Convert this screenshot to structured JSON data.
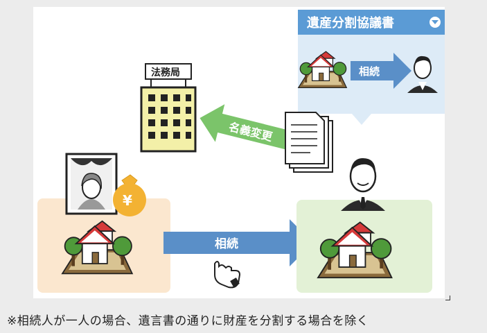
{
  "agreement_title": "遺産分割協議書",
  "inherit_label_top": "相続",
  "legal_bureau_label": "法務局",
  "name_change_label": "名義変更",
  "inherit_label_main": "相続",
  "yen_symbol": "¥",
  "footnote": "※相続人が一人の場合、遺言書の通りに財産を分割する場合を除く",
  "colors": {
    "blue_header": "#5b9bd5",
    "blue_panel": "#ddebf7",
    "arrow_blue": "#5a8fc8",
    "arrow_green": "#7bc46a",
    "orange_panel": "#fbe7cf",
    "green_panel": "#e3f1d6",
    "building": "#f3f0a8",
    "coin": "#f3b233"
  }
}
